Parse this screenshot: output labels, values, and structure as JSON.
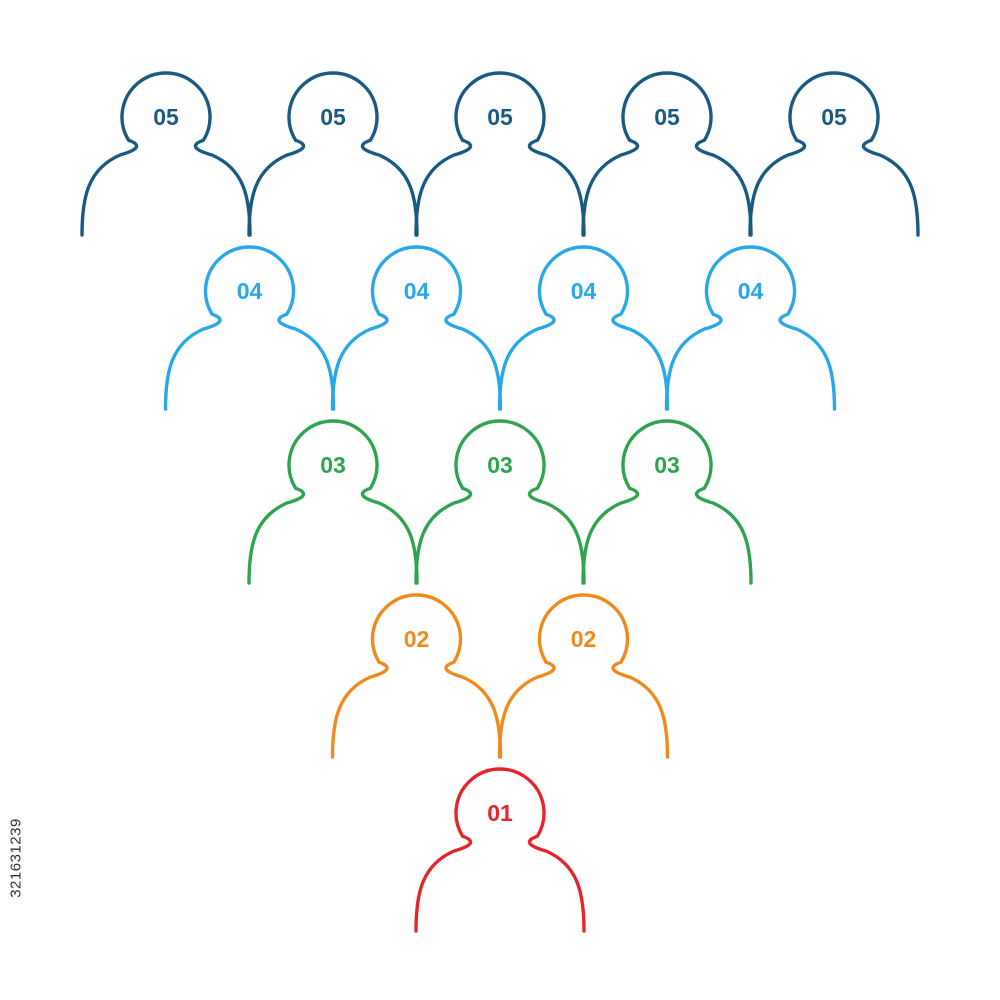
{
  "rows": [
    {
      "label": "05",
      "count": 5,
      "color": "#1b5a80"
    },
    {
      "label": "04",
      "count": 4,
      "color": "#29a8e8"
    },
    {
      "label": "03",
      "count": 3,
      "color": "#2ea44f"
    },
    {
      "label": "02",
      "count": 2,
      "color": "#f08a1c"
    },
    {
      "label": "01",
      "count": 1,
      "color": "#e4252b"
    }
  ],
  "stock_id": "321631239"
}
